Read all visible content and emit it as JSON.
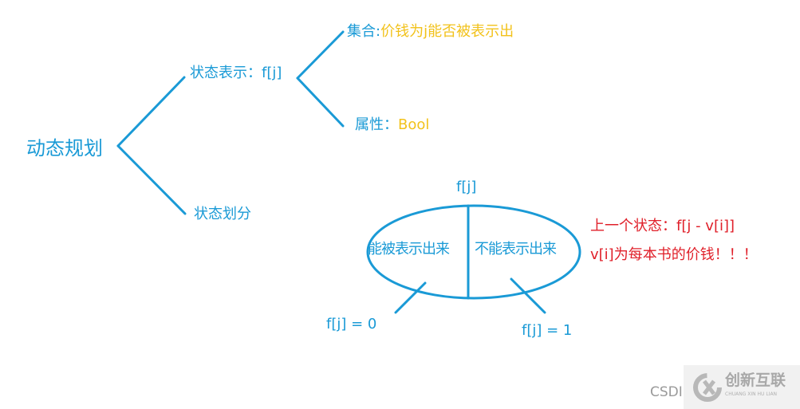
{
  "colors": {
    "primary": "#1a9ad6",
    "value": "#f2c21b",
    "note": "#e0202a"
  },
  "root": "动态规划",
  "branch_state": {
    "label": "状态表示：",
    "symbol": "f[j]"
  },
  "set": {
    "label": "集合:",
    "value": "价钱为j能否被表示出"
  },
  "attribute": {
    "label": "属性：",
    "value": "Bool"
  },
  "branch_partition": "状态划分",
  "partition": {
    "top_label": "f[j]",
    "left": "能被表示出来",
    "right": "不能表示出来",
    "left_result": "f[j] = 0",
    "right_result": "f[j] = 1"
  },
  "notes": [
    "上一个状态：",
    "f[j - v[i]]",
    "v[i]为每本书的价钱！！！"
  ],
  "watermark": {
    "csdn": "CSDI",
    "brand": "创新互联",
    "brand_pinyin": "CHUANG XIN HU LIAN"
  }
}
